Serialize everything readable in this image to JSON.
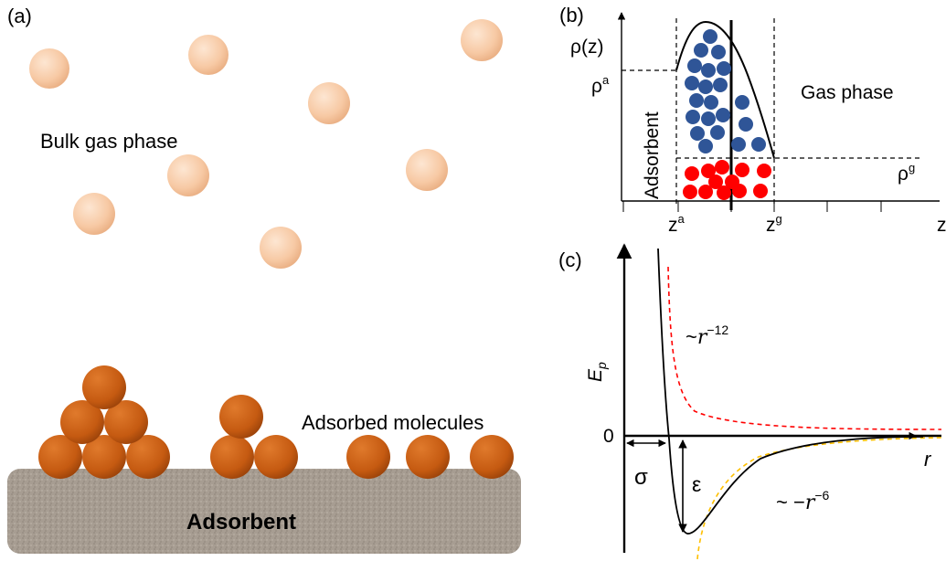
{
  "panel_a": {
    "label": "(a)",
    "bulk_label": "Bulk gas phase",
    "adsorbed_label": "Adsorbed molecules",
    "adsorbent_label": "Adsorbent"
  },
  "panel_b": {
    "label": "(b)",
    "y_axis_label": "ρ(z)",
    "rho_a": {
      "base": "ρ",
      "sup": "a"
    },
    "rho_g": {
      "base": "ρ",
      "sup": "g"
    },
    "z_a": {
      "base": "z",
      "sup": "a"
    },
    "z_g": {
      "base": "z",
      "sup": "g"
    },
    "z_axis": "z",
    "adsorbent_label": "Adsorbent",
    "gas_label": "Gas phase"
  },
  "panel_c": {
    "label": "(c)",
    "y_axis": {
      "base": "E",
      "sub": "p"
    },
    "x_axis": "r",
    "zero": "0",
    "sigma": "σ",
    "epsilon": "ε",
    "repulsive": {
      "prefix": "~",
      "base": "r",
      "sup": "−12"
    },
    "attractive": {
      "prefix": "~ −",
      "base": "r",
      "sup": "−6"
    }
  },
  "colors": {
    "gas_molecule": "#f7c9a4",
    "adsorbed_molecule": "#c55a11",
    "adsorbent_fill": "#a89f94",
    "blue_molecule": "#2f5597",
    "red_molecule": "#ff0000",
    "repulsive_curve": "#ff0000",
    "attractive_curve": "#ffc000"
  }
}
